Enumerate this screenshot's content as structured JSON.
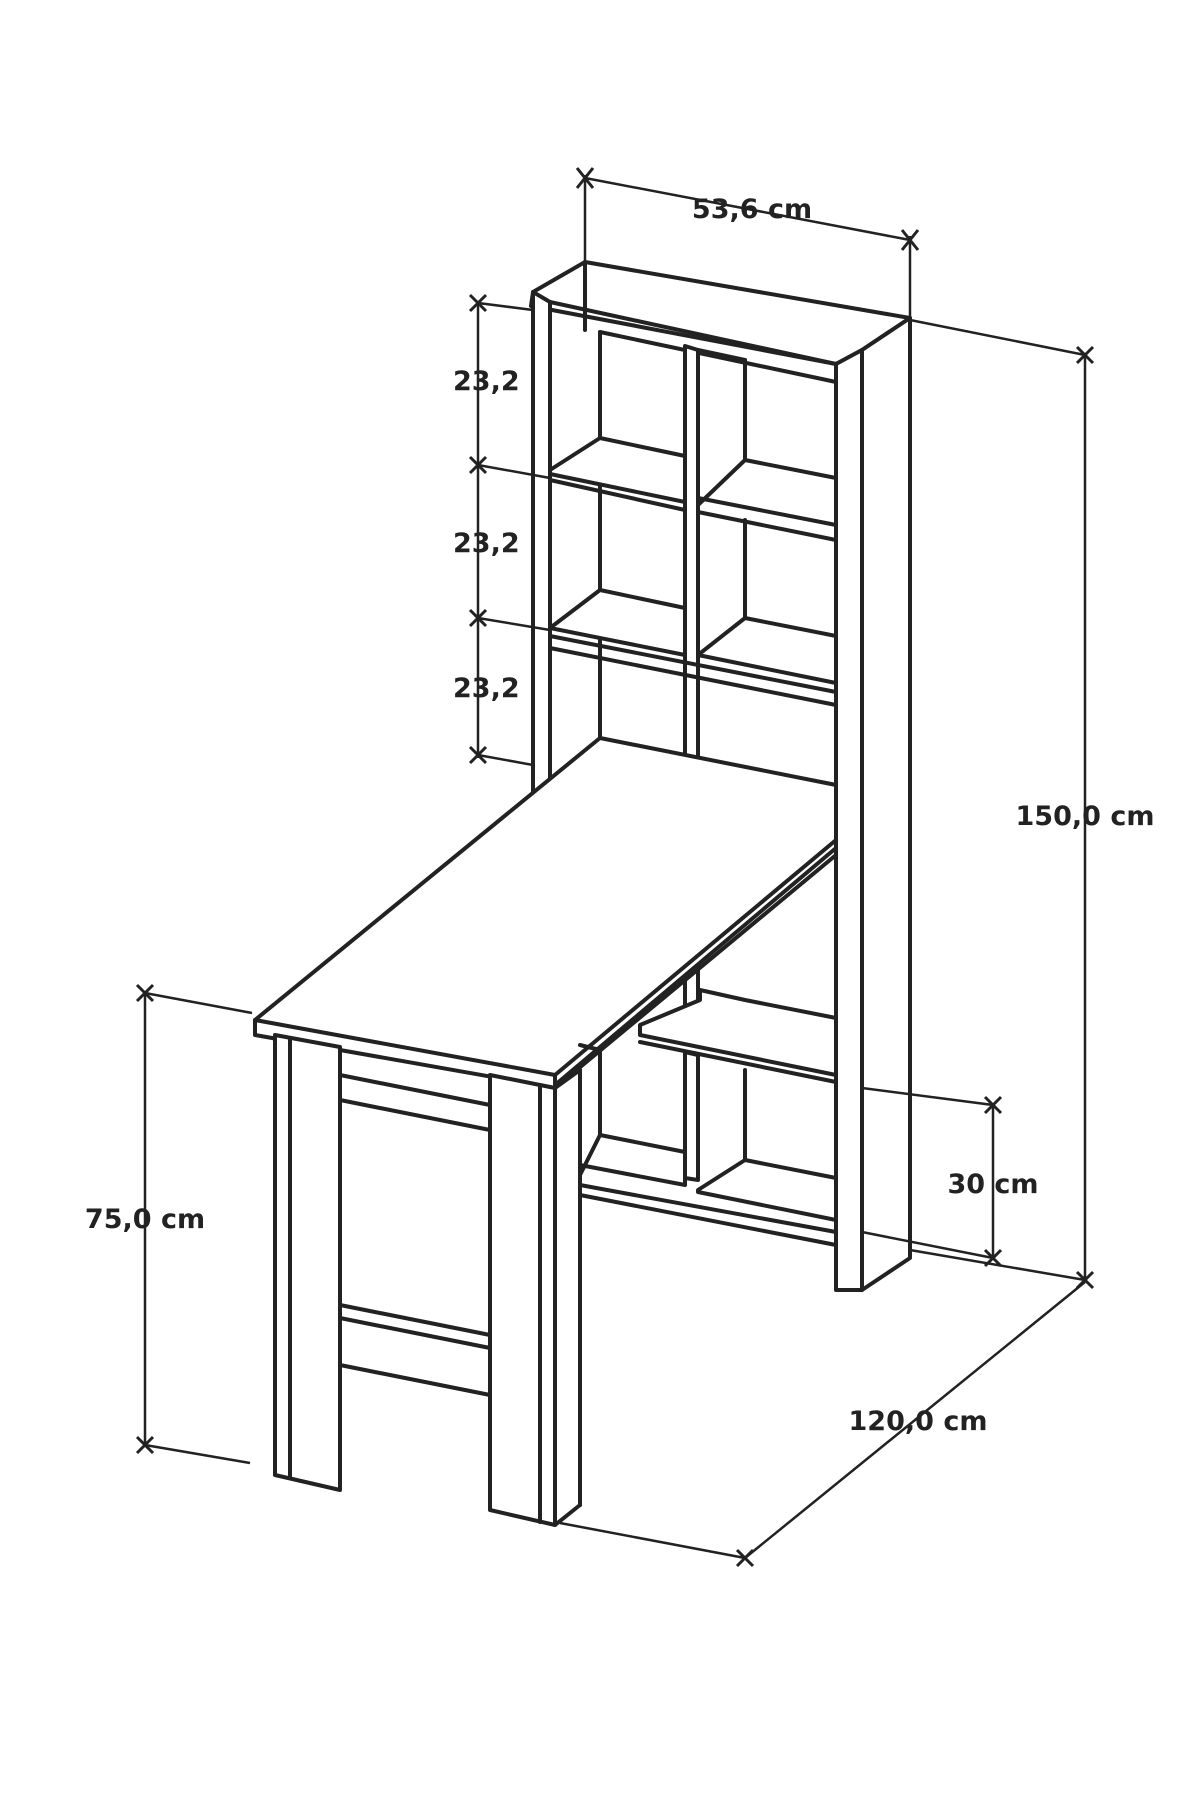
{
  "diagram": {
    "stroke_color": "#222222",
    "background": "#ffffff",
    "labels": {
      "top_width": "53,6 cm",
      "shelf_1": "23,2",
      "shelf_2": "23,2",
      "shelf_3": "23,2",
      "total_height": "150,0 cm",
      "lower_shelf": "30 cm",
      "table_height": "75,0 cm",
      "table_length": "120,0 cm"
    }
  }
}
